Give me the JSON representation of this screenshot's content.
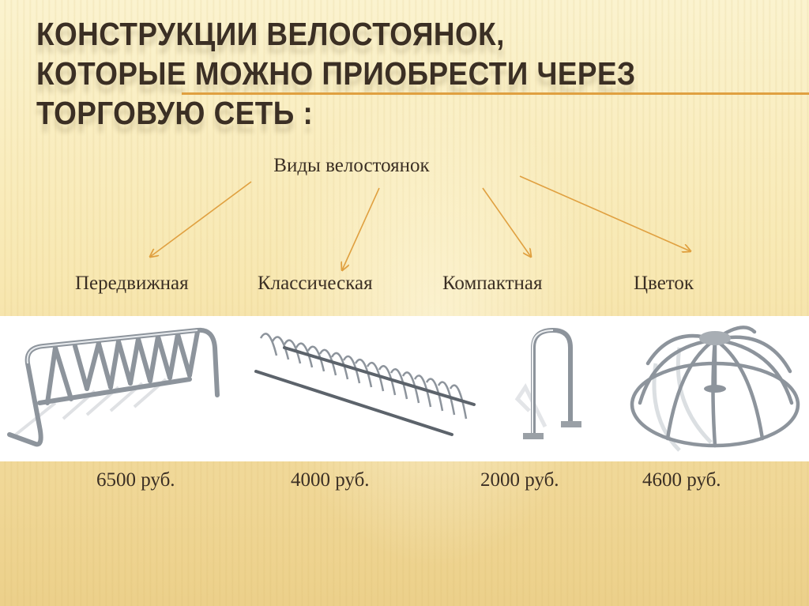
{
  "slide": {
    "title_lines": [
      "КОНСТРУКЦИИ ВЕЛОСТОЯНОК,",
      "КОТОРЫЕ МОЖНО ПРИОБРЕСТИ ЧЕРЕЗ",
      "ТОРГОВУЮ СЕТЬ :"
    ],
    "subtitle": "Виды велостоянок",
    "accent_color": "#e0a040",
    "text_color": "#3b2f24"
  },
  "rack_types": [
    {
      "label": "Передвижная",
      "price": "6500 руб.",
      "image": "mobile-bike-rack"
    },
    {
      "label": "Классическая",
      "price": "4000 руб.",
      "image": "classic-bike-rack"
    },
    {
      "label": "Компактная",
      "price": "2000 руб.",
      "image": "compact-bike-rack"
    },
    {
      "label": "Цветок",
      "price": "4600 руб.",
      "image": "flower-bike-rack"
    }
  ]
}
